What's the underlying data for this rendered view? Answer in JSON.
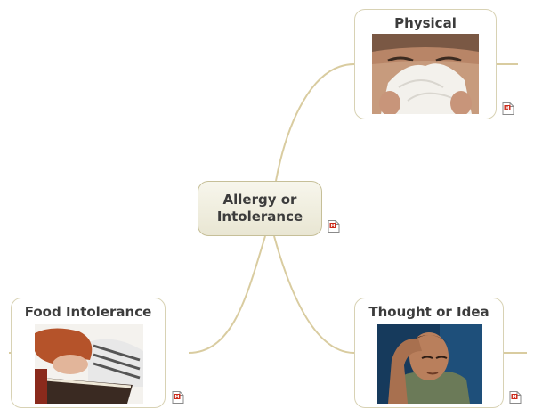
{
  "central_topic": {
    "label_line1": "Allergy or",
    "label_line2": "Intolerance"
  },
  "branches": [
    {
      "id": "physical",
      "label": "Physical",
      "image": "person-sneezing-into-tissue"
    },
    {
      "id": "food",
      "label": "Food Intolerance",
      "image": "person-asleep-on-books"
    },
    {
      "id": "thought",
      "label": "Thought or Idea",
      "image": "man-holding-head-with-headache"
    }
  ],
  "note_icon": "document-note-icon",
  "colors": {
    "connector": "#d9cca0",
    "node_border": "#d8d2b4",
    "central_fill_top": "#f7f6ec",
    "central_fill_bottom": "#e9e6d3",
    "text": "#3c3c3c",
    "note_icon_accent": "#cc2a1a"
  }
}
